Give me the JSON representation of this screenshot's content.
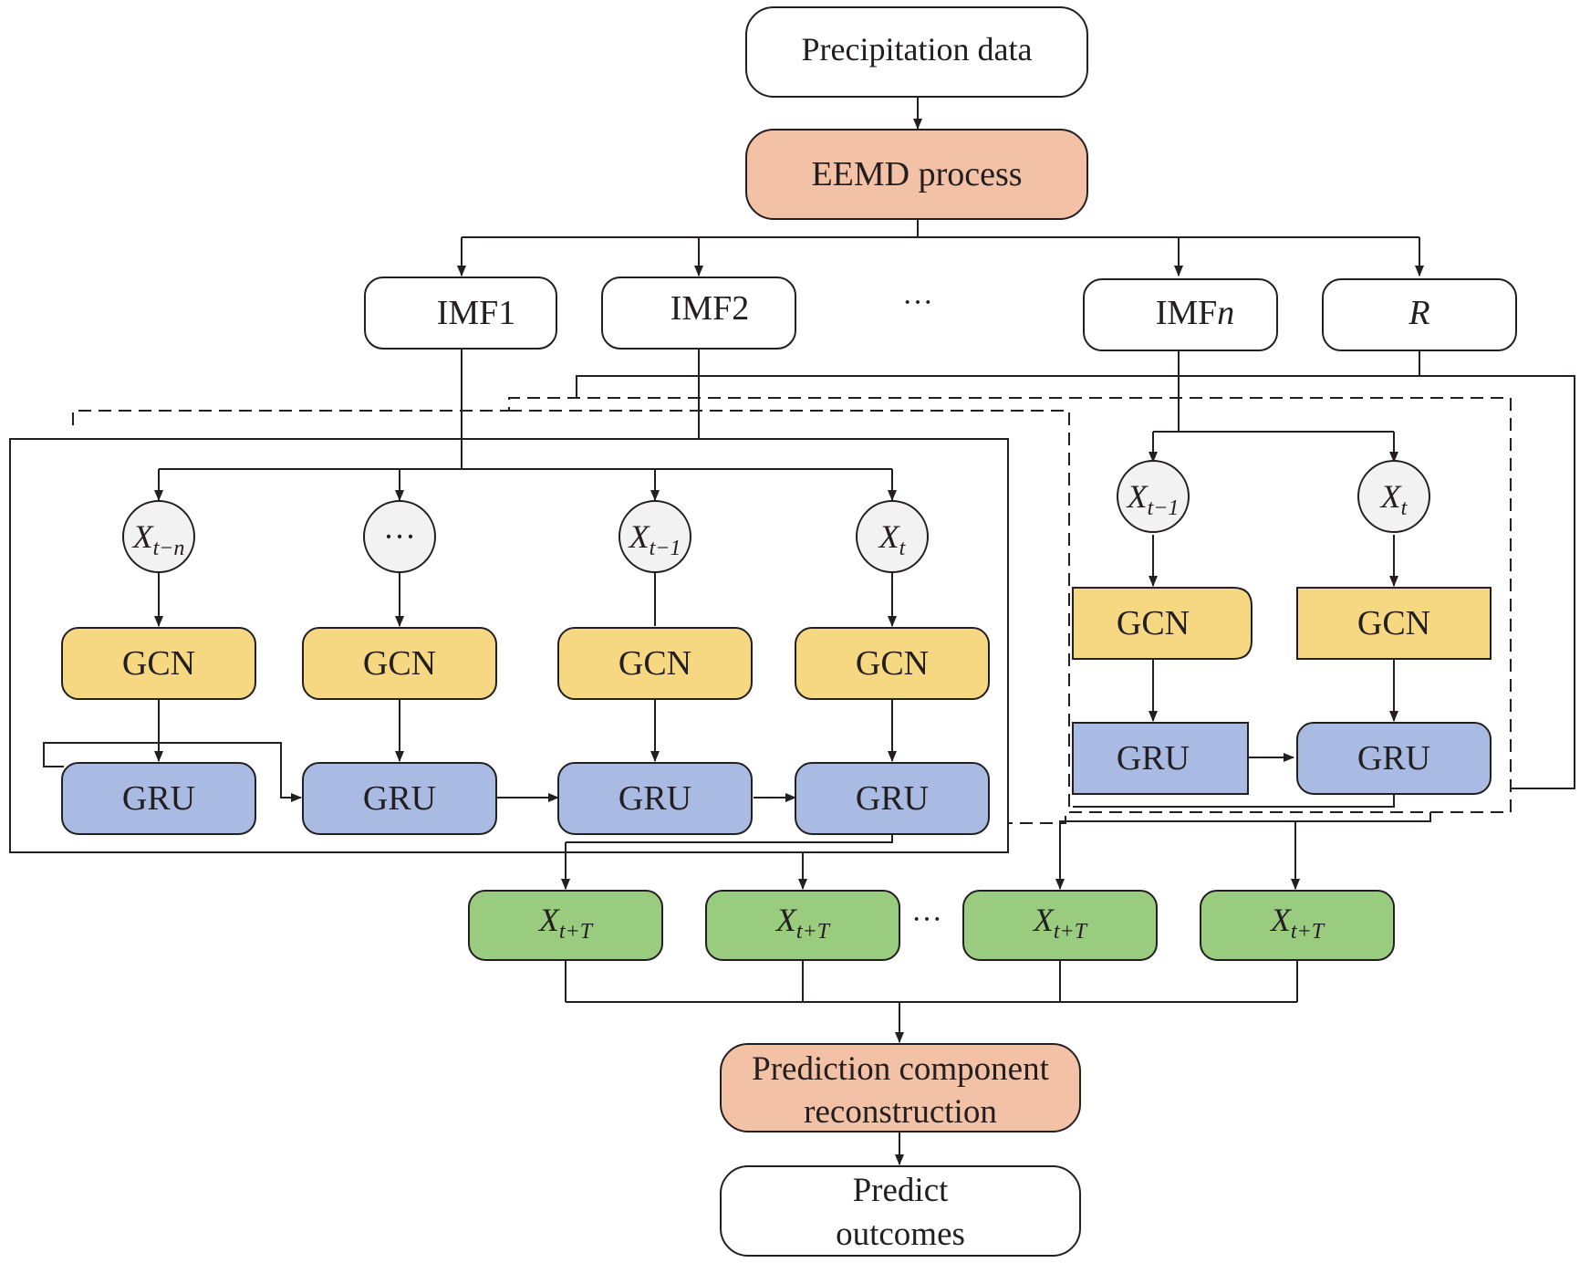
{
  "colors": {
    "eemd_fill": "#f2c1a6",
    "gcn_fill": "#f6d883",
    "gru_fill": "#a9bbe2",
    "output_fill": "#99cc7e",
    "node_fill": "#f2f2f2",
    "stroke": "#231f20"
  },
  "top": {
    "precipitation": "Precipitation data",
    "eemd": "EEMD process"
  },
  "components": {
    "imf1": "IMF1",
    "imf2": "IMF2",
    "ellipsis": "···",
    "imfn_prefix": "IMF",
    "imfn_italic": "n",
    "residual": "R"
  },
  "left_block": {
    "nodes": [
      {
        "base": "X",
        "sub": "t−n"
      },
      {
        "base": "···",
        "sub": ""
      },
      {
        "base": "X",
        "sub": "t−1"
      },
      {
        "base": "X",
        "sub": "t"
      }
    ],
    "gcn_label": "GCN",
    "gru_label": "GRU"
  },
  "right_block": {
    "nodes": [
      {
        "base": "X",
        "sub": "t−1"
      },
      {
        "base": "X",
        "sub": "t"
      }
    ],
    "gcn_label": "GCN",
    "gru_label": "GRU"
  },
  "outputs": {
    "base": "X",
    "sub": "t+T",
    "ellipsis": "···"
  },
  "bottom": {
    "reconstruction_line1": "Prediction component",
    "reconstruction_line2": "reconstruction",
    "predict_line1": "Predict",
    "predict_line2": "outcomes"
  }
}
